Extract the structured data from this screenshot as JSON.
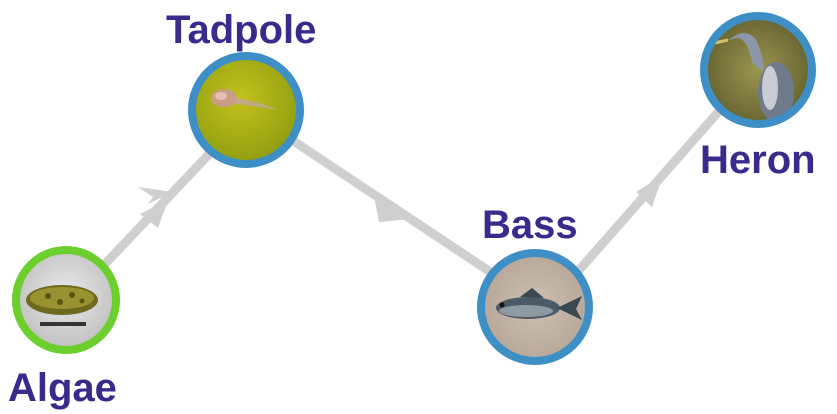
{
  "diagram": {
    "nodes": [
      {
        "id": "algae",
        "label": "Algae",
        "ring_color": "#6dcf2e",
        "icon": "algae-photo"
      },
      {
        "id": "tadpole",
        "label": "Tadpole",
        "ring_color": "#3d8fc6",
        "icon": "tadpole-photo"
      },
      {
        "id": "bass",
        "label": "Bass",
        "ring_color": "#3d8fc6",
        "icon": "bass-photo"
      },
      {
        "id": "heron",
        "label": "Heron",
        "ring_color": "#3d8fc6",
        "icon": "heron-photo"
      }
    ],
    "edges": [
      {
        "from": "algae",
        "to": "tadpole"
      },
      {
        "from": "tadpole",
        "to": "bass"
      },
      {
        "from": "bass",
        "to": "heron"
      }
    ],
    "colors": {
      "label": "#3a2a8c",
      "arrow": "#cfcfcf"
    }
  }
}
